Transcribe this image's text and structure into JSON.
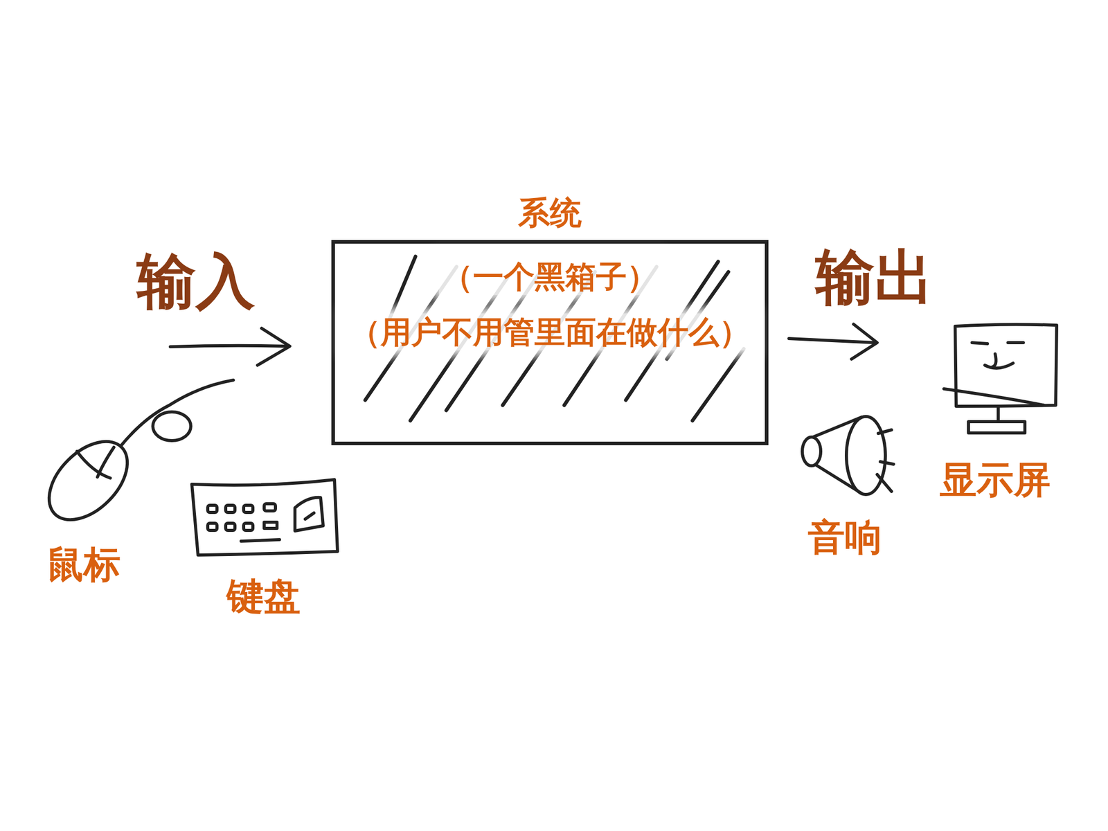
{
  "diagram": {
    "nodes": [
      {
        "text": [
          "系统",
          "（一个黑箱子）",
          "（用户不用管里面在做什么）"
        ]
      }
    ],
    "labels": [
      "输入",
      "输出",
      "鼠标",
      "键盘",
      "音响",
      "显示屏"
    ]
  }
}
